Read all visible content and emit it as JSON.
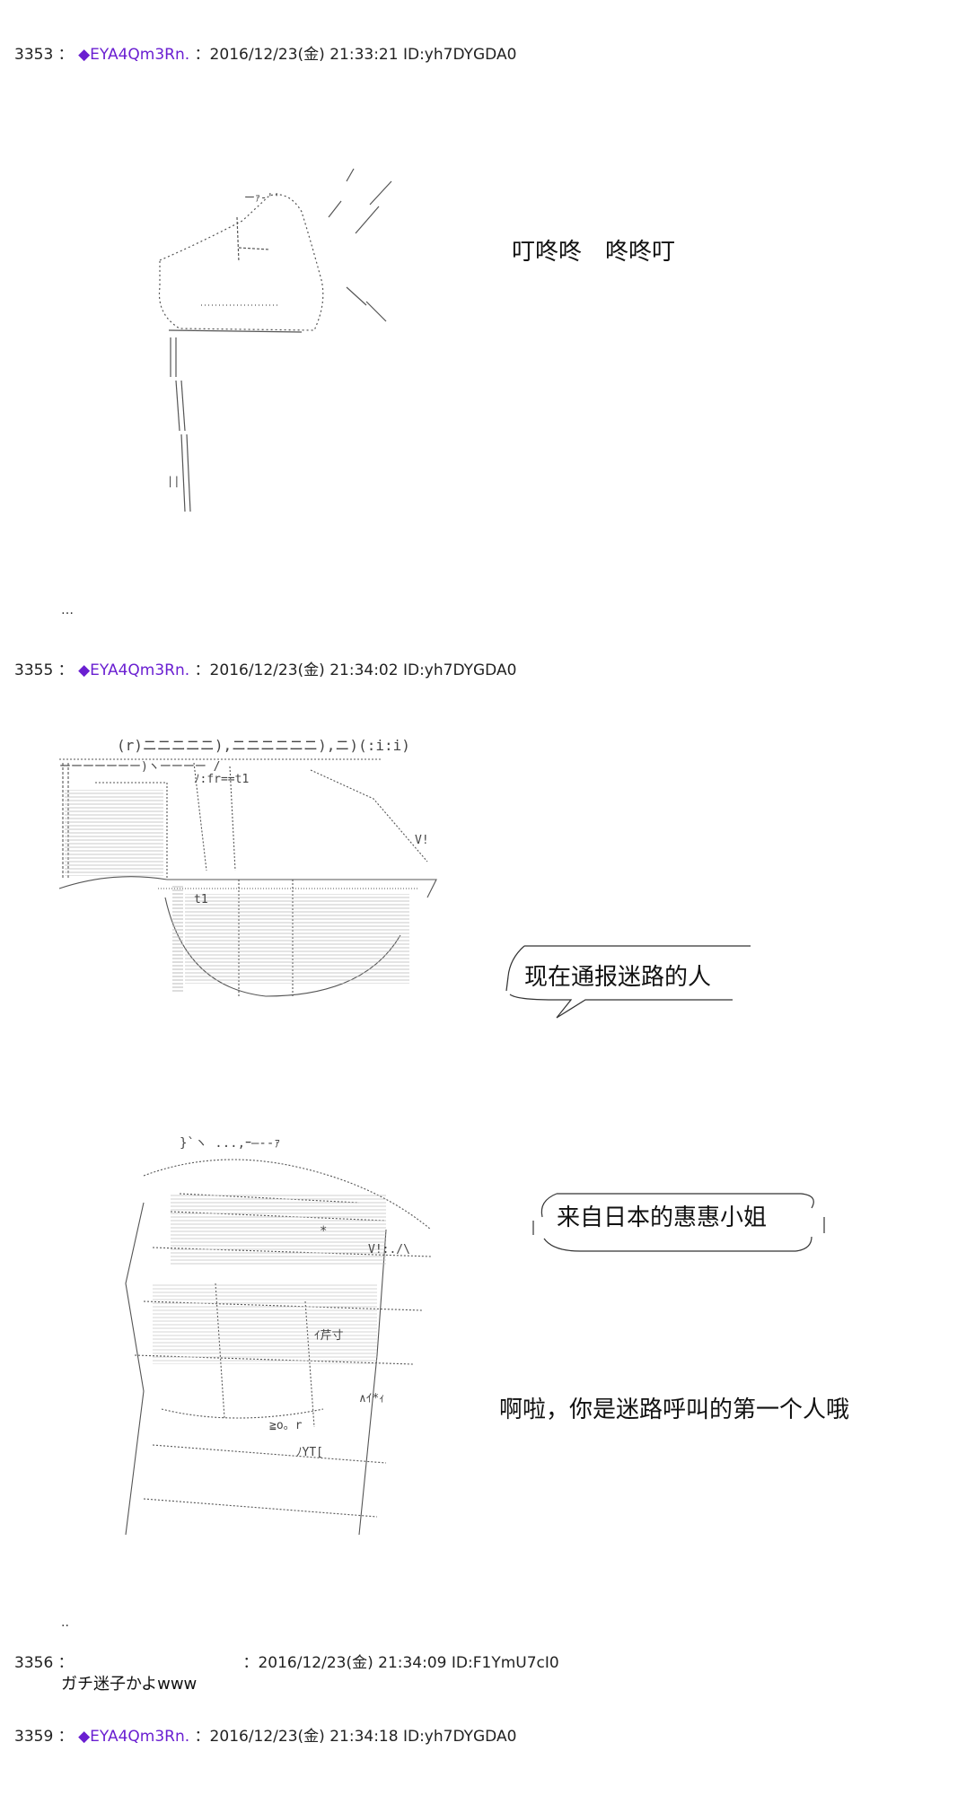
{
  "posts": [
    {
      "number": "3353",
      "sep": "：",
      "name": "◆EYA4Qm3Rn.",
      "date": "：2016/12/23(金) 21:33:21 ID:yh7DYGDA0"
    },
    {
      "number": "3355",
      "sep": "：",
      "name": "◆EYA4Qm3Rn.",
      "date": "：2016/12/23(金) 21:34:02 ID:yh7DYGDA0"
    },
    {
      "number": "3356",
      "sep": "：",
      "name": "",
      "date": "：2016/12/23(金) 21:34:09 ID:F1YmU7cI0",
      "body": "ガチ迷子かよwww"
    },
    {
      "number": "3359",
      "sep": "：",
      "name": "◆EYA4Qm3Rn.",
      "date": "：2016/12/23(金) 21:34:18 ID:yh7DYGDA0"
    }
  ],
  "ellipsis_1": "…",
  "ellipsis_2": "..",
  "dialogue": {
    "doorbell": "叮咚咚　咚咚叮",
    "announce": "现在通报迷路的人",
    "from_japan": "来自日本的惠惠小姐",
    "first_person": "啊啦，你是迷路呼叫的第一个人哦"
  },
  "ascii_art": {
    "speaker_top": "ーｧ‐''",
    "speaker_pole": "||",
    "bell_top": "(r)ニニニニニ),ニニニニニニ),ニ)(:i:i)",
    "bell_band": "ーーーーーーー)ヽーーーー /",
    "bell_label": "ﾉ:fr==t1",
    "bell_mark": "V!",
    "bell_base": "t1",
    "girl_hat": "}`ヽ ...,ｰ―--ｧ",
    "girl_star": "*",
    "girl_mark1": "V!:./\\",
    "girl_mark2": "ｲ芹寸",
    "girl_mark3": "∧ｲ*ｨ",
    "girl_mark4": "ﾉYT[",
    "girl_mark5": "≧o。r"
  },
  "colors": {
    "name": "#6a1fd1",
    "diamond": "#1f3fe0",
    "ink": "#444444"
  }
}
